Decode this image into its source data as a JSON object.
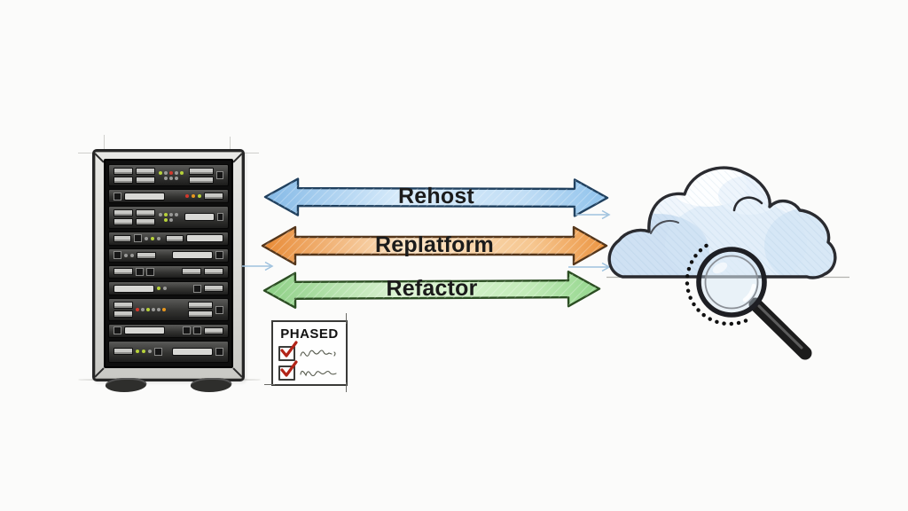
{
  "arrows": {
    "items": [
      {
        "label": "Rehost",
        "color": "#8ec2ec",
        "color_light": "#dcedfb",
        "stroke": "#20405e"
      },
      {
        "label": "Replatform",
        "color": "#ec9440",
        "color_light": "#fbe3c4",
        "stroke": "#53351a"
      },
      {
        "label": "Refactor",
        "color": "#92d58b",
        "color_light": "#def4d5",
        "stroke": "#2b4d22"
      }
    ],
    "text_color": "#1b1b1b"
  },
  "checklist": {
    "title": "PHASED",
    "items": [
      {
        "checked": true,
        "check_color": "#b22418"
      },
      {
        "checked": true,
        "check_color": "#b22418"
      }
    ]
  },
  "illustrations": {
    "server_rack": "server-rack",
    "cloud": "cloud",
    "magnifier": "magnifying-glass",
    "connector_arrow_color": "#9fc2de",
    "cloud_shade_color": "#bcd6ee",
    "rack_unit_count": 10
  }
}
